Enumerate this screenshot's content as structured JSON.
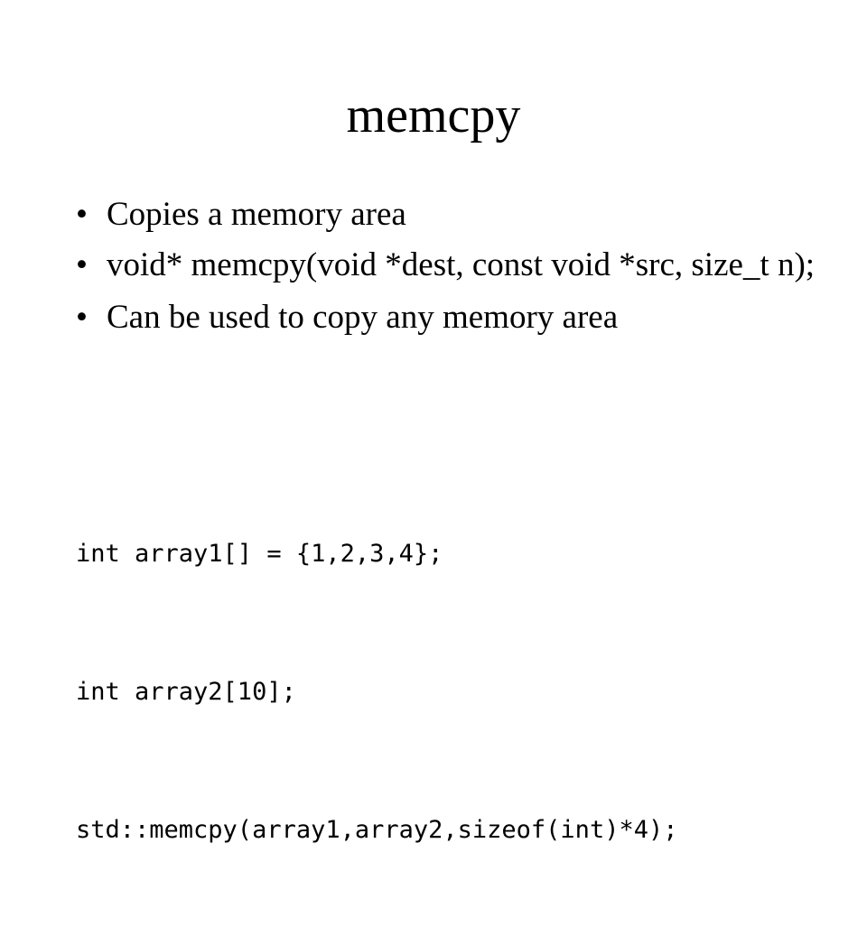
{
  "slide": {
    "title": "memcpy",
    "bullet_symbol": "•",
    "bullets": [
      "Copies a memory area",
      "void* memcpy(void *dest, const void *src, size_t n);",
      "Can be used to copy any memory area"
    ],
    "code": [
      "int array1[] = {1,2,3,4};",
      "int array2[10];",
      "std::memcpy(array1,array2,sizeof(int)*4);"
    ]
  }
}
